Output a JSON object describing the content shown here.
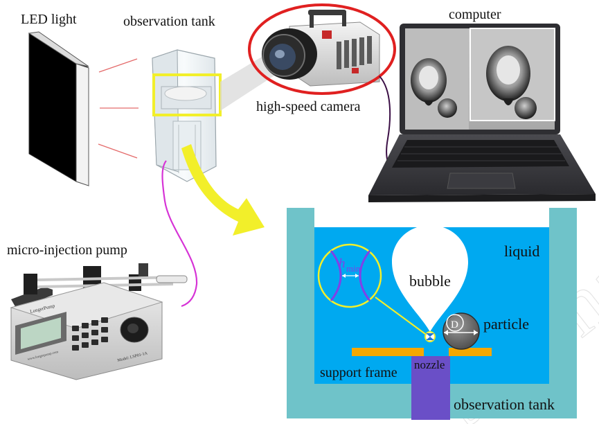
{
  "labels": {
    "led_light": "LED light",
    "observation_tank_top": "observation tank",
    "high_speed_camera": "high-speed camera",
    "computer": "computer",
    "micro_injection_pump": "micro-injection pump",
    "liquid": "liquid",
    "bubble": "bubble",
    "particle": "particle",
    "diameter": "D",
    "h_symbol": "h",
    "h_subscript": "min",
    "support_frame": "support frame",
    "nozzle": "nozzle",
    "observation_tank_bottom": "observation tank"
  },
  "pump": {
    "brand": "LongerPump",
    "model": "Model: LSP01-1A",
    "url": "www.longerpump.com"
  },
  "watermark": "Journal Pre-proof",
  "colors": {
    "liquid": "#00a9f0",
    "tank_wall": "#6fc3c9",
    "nozzle": "#6a4fc7",
    "support_frame": "#f5a800",
    "highlight_yellow": "#f2ef2a",
    "camera_circle": "#e02020",
    "tubing": "#d633d6",
    "h_min_arcs": "#8040e8"
  }
}
